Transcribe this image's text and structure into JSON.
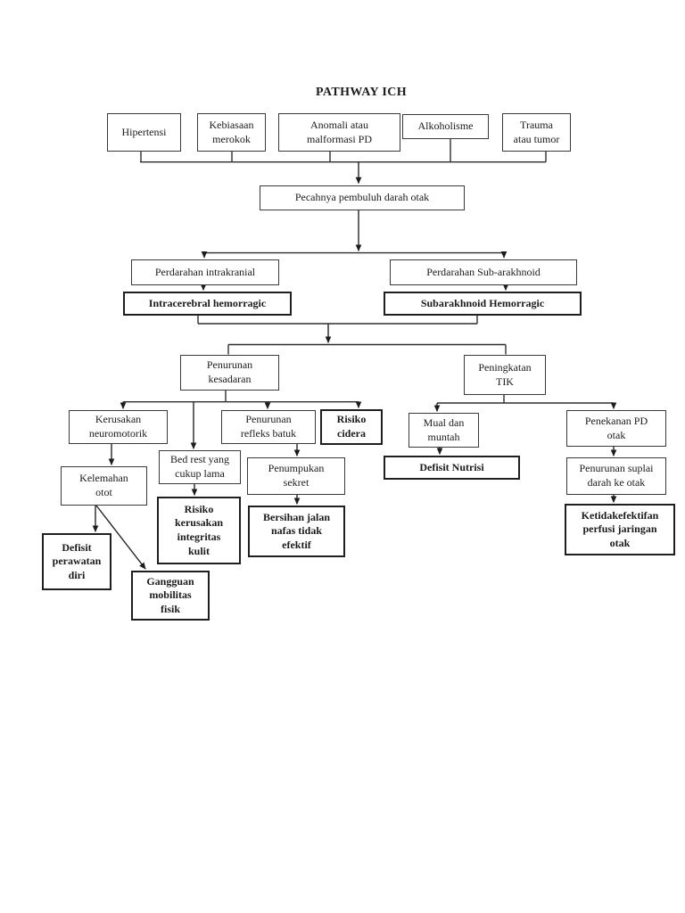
{
  "page": {
    "title": "PATHWAY ICH"
  },
  "nodes": {
    "hipertensi": "Hipertensi",
    "kebiasaan_merokok": "Kebiasaan\nmerokok",
    "anomali_malformasi": "Anomali atau\nmalformasi PD",
    "alkoholisme": "Alkoholisme",
    "trauma_tumor": "Trauma\natau tumor",
    "pecahnya": "Pecahnya pembuluh darah otak",
    "perdarahan_intrakranial": "Perdarahan intrakranial",
    "perdarahan_subarakhnoid": "Perdarahan Sub-arakhnoid",
    "intracerebral": "Intracerebral hemorragic",
    "subarakhnoid": "Subarakhnoid Hemorragic",
    "penurunan_kesadaran": "Penurunan\nkesadaran",
    "peningkatan_tik": "Peningkatan\nTIK",
    "kerusakan_neuromotorik": "Kerusakan\nneuromotorik",
    "penurunan_refleks": "Penurunan\nrefleks batuk",
    "risiko_cidera": "Risiko\ncidera",
    "mual_muntah": "Mual dan\nmuntah",
    "penekanan_pd": "Penekanan PD\notak",
    "bed_rest": "Bed rest yang\ncukup lama",
    "penumpukan_sekret": "Penumpukan\nsekret",
    "kelemahan_otot": "Kelemahan\notot",
    "risiko_kerusakan_kulit": "Risiko\nkerusakan\nintegritas\nkulit",
    "bersihan_jalan": "Bersihan jalan\nnafas tidak\nefektif",
    "defisit_nutrisi": "Defisit Nutrisi",
    "penurunan_suplai": "Penurunan suplai\ndarah ke otak",
    "ketidakefektifan": "Ketidakefektifan\nperfusi jaringan\notak",
    "defisit_perawatan": "Defisit\nperawatan\ndiri",
    "gangguan_mobilitas": "Gangguan\nmobilitas\nfisik"
  },
  "colors": {
    "ink": "#1b1b1b",
    "box_border": "#3a3a3a",
    "box_border_bold": "#1f1f1f",
    "background": "#ffffff"
  }
}
